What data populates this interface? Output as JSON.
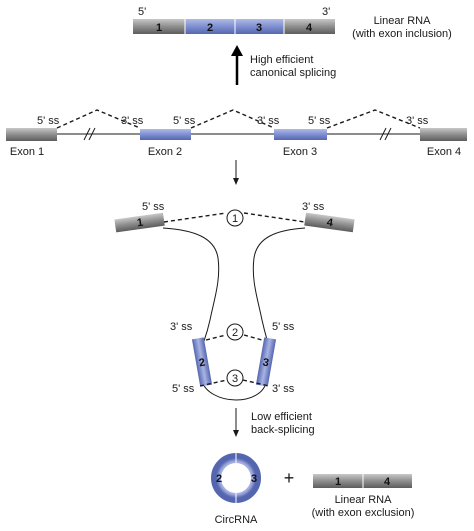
{
  "colors": {
    "exon_gray": "#9a9a9a",
    "exon_blue": "#8796d2",
    "line": "#1a1a1a"
  },
  "top": {
    "five_prime": "5'",
    "three_prime": "3'",
    "exons": [
      "1",
      "2",
      "3",
      "4"
    ],
    "title_line1": "Linear RNA",
    "title_line2": "(with exon inclusion)"
  },
  "canonical": {
    "line1": "High efficient",
    "line2": "canonical splicing"
  },
  "pre_mrna": {
    "ss_labels": [
      "5' ss",
      "3' ss",
      "5' ss",
      "3' ss",
      "5' ss",
      "3' ss"
    ],
    "exon_labels": [
      "Exon 1",
      "Exon 2",
      "Exon 3",
      "Exon 4"
    ]
  },
  "lariat": {
    "ss_top_left": "5' ss",
    "ss_top_right": "3' ss",
    "ss_mid_left": "3' ss",
    "ss_mid_right": "5' ss",
    "ss_bot_left": "5' ss",
    "ss_bot_right": "3' ss",
    "exon_left_top": "1",
    "exon_right_top": "4",
    "exon_left_mid": "2",
    "exon_right_mid": "3",
    "circle_numbers": [
      "1",
      "2",
      "3"
    ]
  },
  "backsplice": {
    "line1": "Low efficient",
    "line2": "back-splicing"
  },
  "products": {
    "circ_left": "2",
    "circ_right": "3",
    "circ_label": "CircRNA",
    "plus": "+",
    "linear_exons": [
      "1",
      "4"
    ],
    "linear_line1": "Linear RNA",
    "linear_line2": "(with exon exclusion)"
  }
}
